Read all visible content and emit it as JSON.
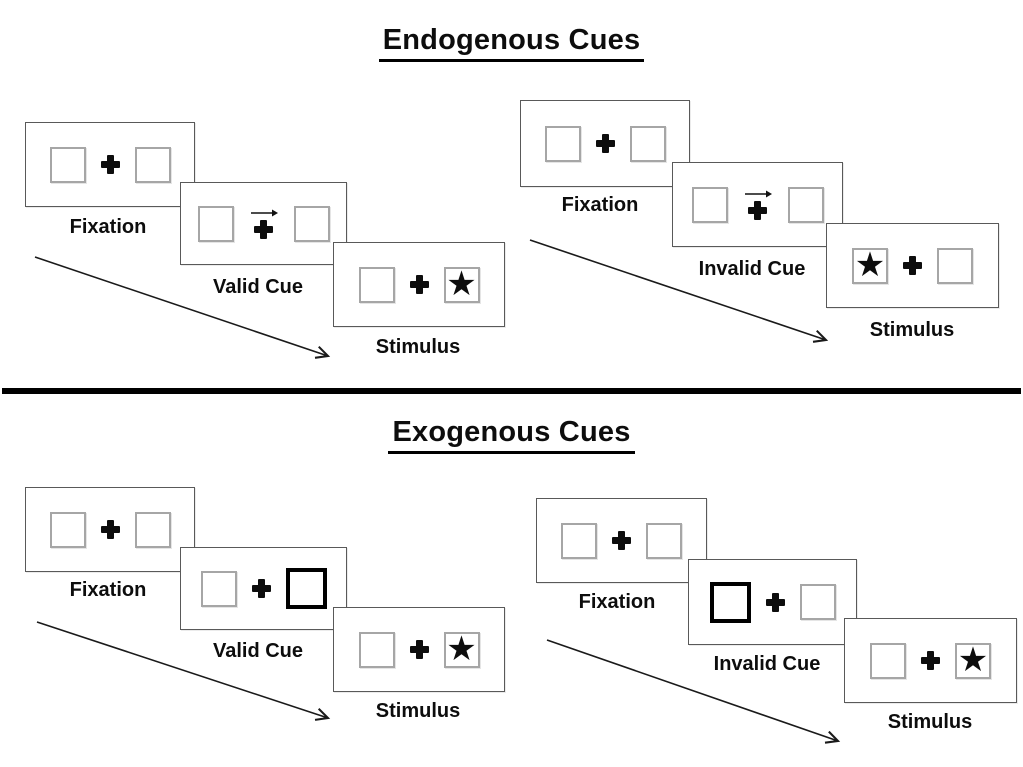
{
  "diagram": {
    "endogenous": {
      "title": "Endogenous Cues",
      "valid": {
        "fixation": "Fixation",
        "cue": "Valid Cue",
        "stimulus": "Stimulus",
        "cue_type": "central-arrow-right",
        "star_side": "right"
      },
      "invalid": {
        "fixation": "Fixation",
        "cue": "Invalid Cue",
        "stimulus": "Stimulus",
        "cue_type": "central-arrow-right",
        "star_side": "left"
      }
    },
    "exogenous": {
      "title": "Exogenous Cues",
      "valid": {
        "fixation": "Fixation",
        "cue": "Valid Cue",
        "stimulus": "Stimulus",
        "cue_type": "peripheral-box-right",
        "star_side": "right"
      },
      "invalid": {
        "fixation": "Fixation",
        "cue": "Invalid Cue",
        "stimulus": "Stimulus",
        "cue_type": "peripheral-box-left",
        "star_side": "right"
      }
    },
    "glyphs": {
      "star": "★"
    },
    "colors": {
      "background": "#ffffff",
      "ink": "#0d0d0d",
      "panel_border": "#595959",
      "box_border": "#a6a6a6",
      "cue_box_border": "#000000",
      "divider": "#000000"
    }
  }
}
